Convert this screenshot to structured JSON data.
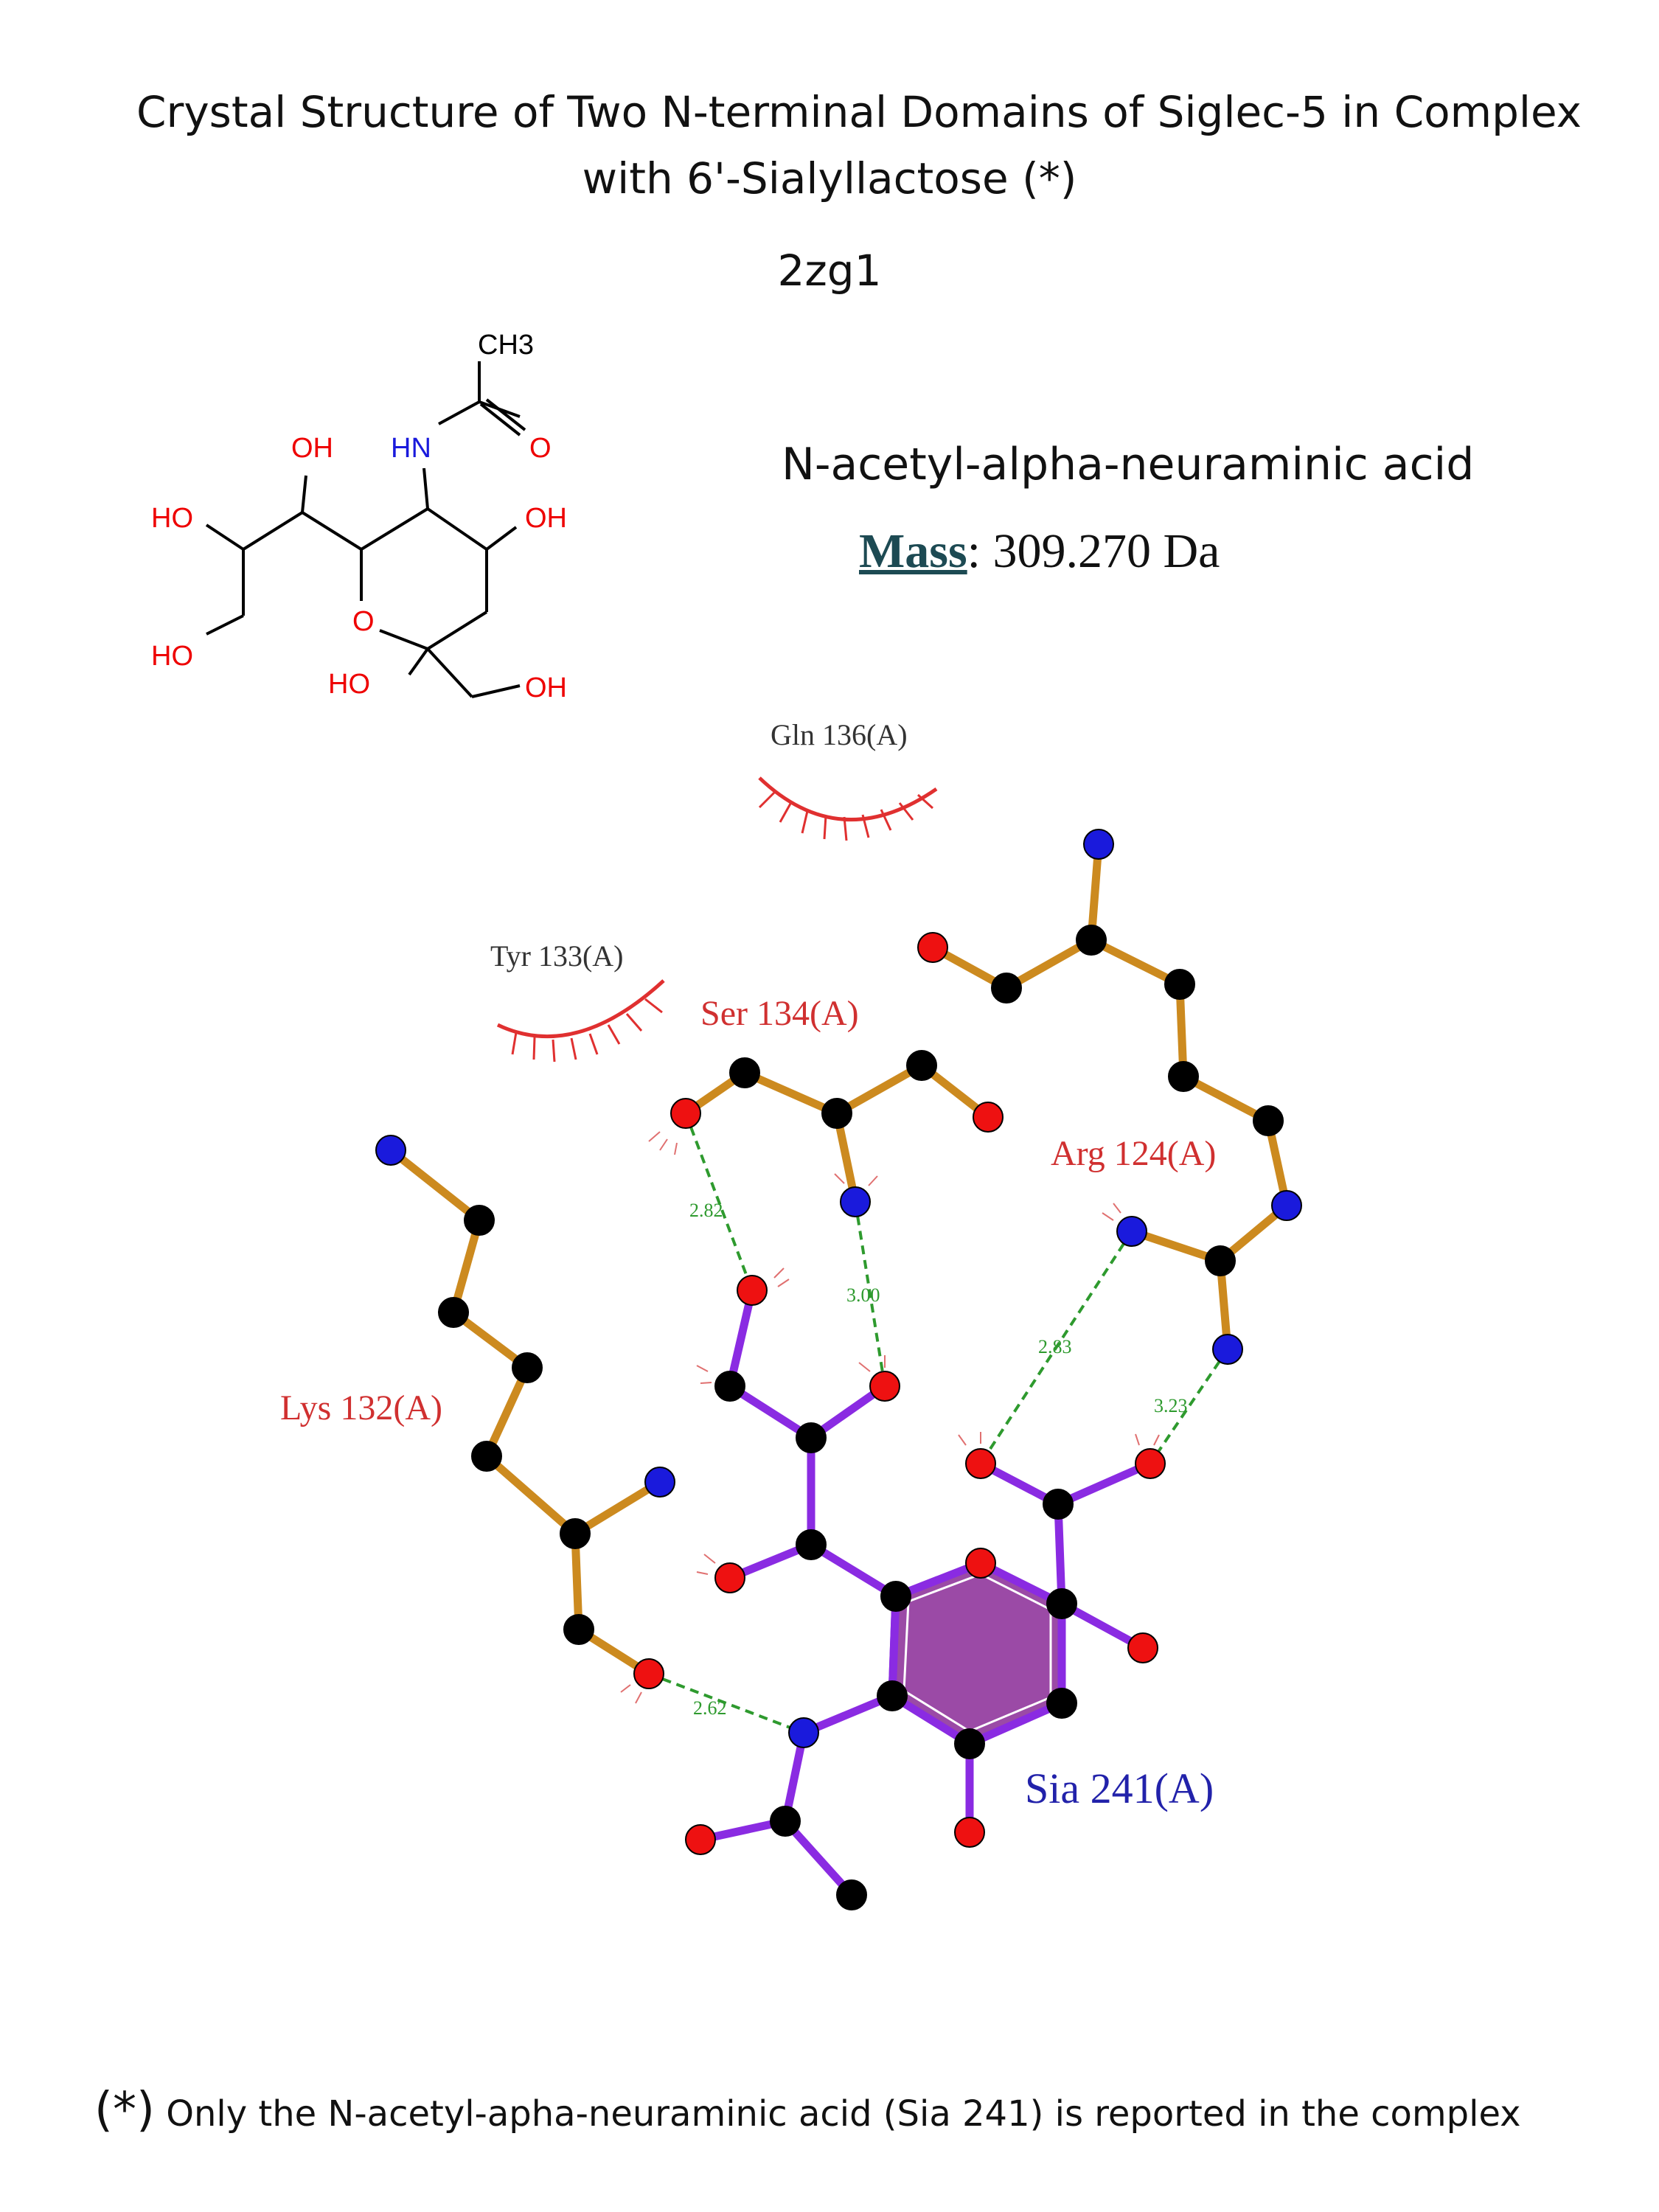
{
  "title_line1": "Crystal Structure of Two N-terminal Domains of Siglec-5 in Complex",
  "title_line2": "with 6'-Sialyllactose (*)",
  "pdb_id": "2zg1",
  "ligand": {
    "name": "N-acetyl-alpha-neuraminic acid",
    "mass_label": "Mass",
    "mass_value": ": 309.270 Da"
  },
  "structure_labels": {
    "ch3": "CH3",
    "oh_top": "OH",
    "hn": "HN",
    "o_carbonyl": "O",
    "ho_left": "HO",
    "oh_right": "OH",
    "ring_o": "O",
    "ho_lower": "HO",
    "ho_ring": "HO",
    "oh_bottom": "OH"
  },
  "residues": {
    "gln136": "Gln 136(A)",
    "tyr133": "Tyr 133(A)",
    "ser134": "Ser 134(A)",
    "arg124": "Arg 124(A)",
    "lys132": "Lys 132(A)",
    "sia241": "Sia 241(A)"
  },
  "hbond_distances": [
    "2.82",
    "3.00",
    "2.83",
    "3.23",
    "2.62"
  ],
  "footnote_star": "(*)",
  "footnote_text": " Only the N-acetyl-apha-neuraminic acid  (Sia 241) is reported in the complex",
  "colors": {
    "hydrophobic_arc": "#e03030",
    "residue_bond": "#cc8a1f",
    "ligand_bond": "#8a2be2",
    "hbond": "#2e9a2e",
    "ring_fill": "#9b4aa6",
    "oxygen": "#ee1111",
    "nitrogen": "#1a1adc",
    "carbon": "#000000",
    "ligand_label": "#2222aa",
    "residue_label": "#d03030"
  }
}
